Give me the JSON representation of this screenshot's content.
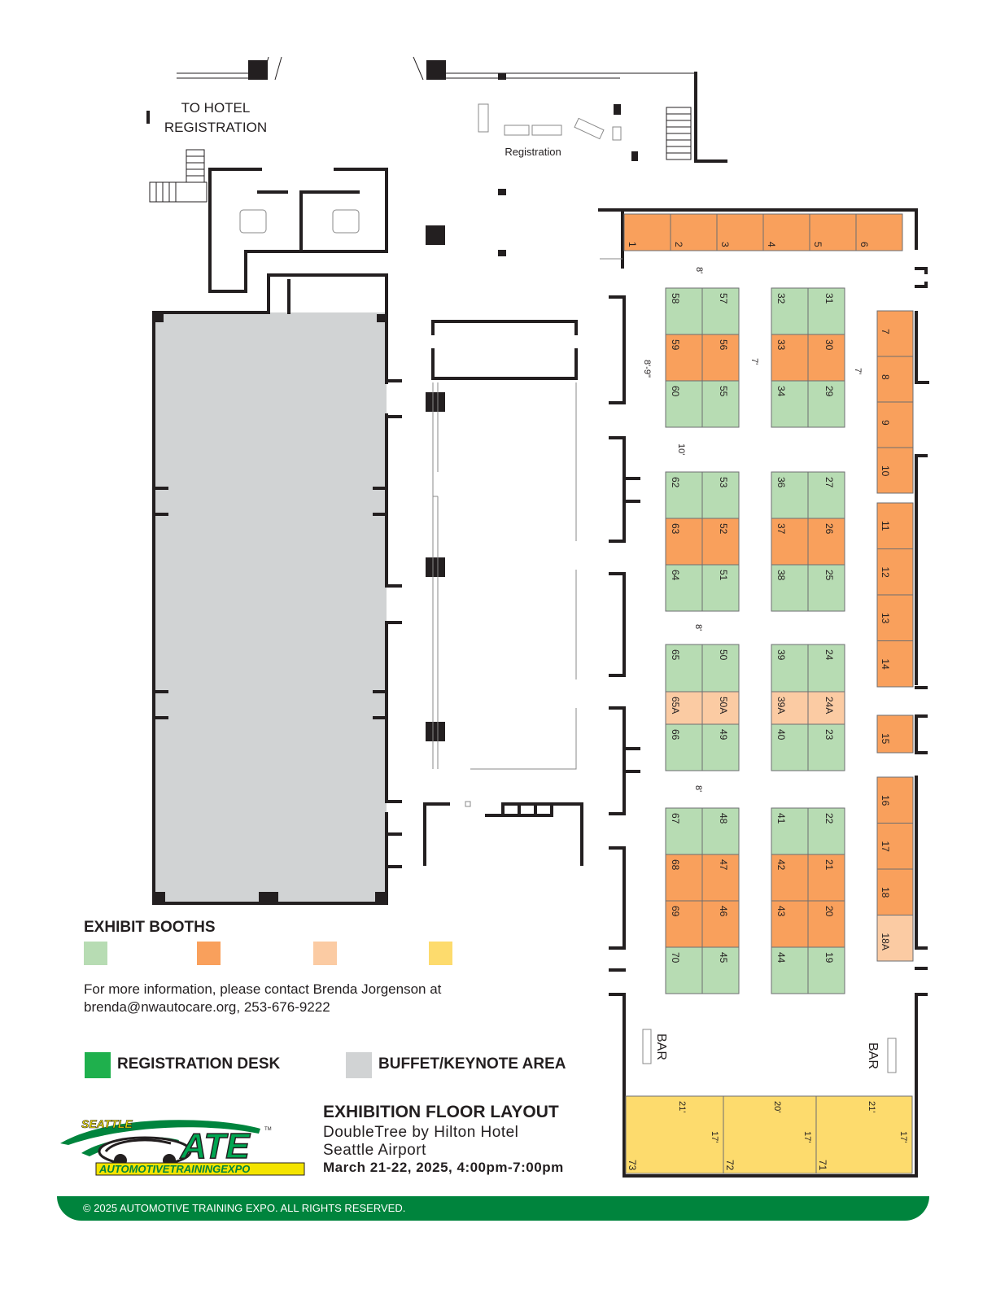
{
  "venue_labels": {
    "to_hotel": "TO HOTEL",
    "registration_word": "REGISTRATION",
    "registration_area": "Registration",
    "bar_left": "BAR",
    "bar_right": "BAR"
  },
  "booth_colors": {
    "green": "#b7dcb3",
    "orange": "#f9a05c",
    "peach": "#fbcba3",
    "yellow": "#fddb6d",
    "registration": "#1fb04d",
    "buffet": "#d1d3d4"
  },
  "booth_rows": [
    {
      "type": "top",
      "numbers": [
        "1",
        "2",
        "3",
        "4",
        "5",
        "6"
      ],
      "color": "orange"
    }
  ],
  "booths": [
    {
      "num": "58",
      "color": "green"
    },
    {
      "num": "57",
      "color": "green"
    },
    {
      "num": "59",
      "color": "orange"
    },
    {
      "num": "56",
      "color": "orange"
    },
    {
      "num": "60",
      "color": "green"
    },
    {
      "num": "55",
      "color": "green"
    },
    {
      "num": "32",
      "color": "green"
    },
    {
      "num": "31",
      "color": "green"
    },
    {
      "num": "33",
      "color": "orange"
    },
    {
      "num": "30",
      "color": "orange"
    },
    {
      "num": "34",
      "color": "green"
    },
    {
      "num": "29",
      "color": "green"
    },
    {
      "num": "62",
      "color": "green"
    },
    {
      "num": "53",
      "color": "green"
    },
    {
      "num": "63",
      "color": "orange"
    },
    {
      "num": "52",
      "color": "orange"
    },
    {
      "num": "64",
      "color": "green"
    },
    {
      "num": "51",
      "color": "green"
    },
    {
      "num": "36",
      "color": "green"
    },
    {
      "num": "27",
      "color": "green"
    },
    {
      "num": "37",
      "color": "orange"
    },
    {
      "num": "26",
      "color": "orange"
    },
    {
      "num": "38",
      "color": "green"
    },
    {
      "num": "25",
      "color": "green"
    },
    {
      "num": "65",
      "color": "green"
    },
    {
      "num": "50",
      "color": "green"
    },
    {
      "num": "65A",
      "color": "peach"
    },
    {
      "num": "50A",
      "color": "peach"
    },
    {
      "num": "66",
      "color": "green"
    },
    {
      "num": "49",
      "color": "green"
    },
    {
      "num": "39",
      "color": "green"
    },
    {
      "num": "24",
      "color": "green"
    },
    {
      "num": "39A",
      "color": "peach"
    },
    {
      "num": "24A",
      "color": "peach"
    },
    {
      "num": "40",
      "color": "green"
    },
    {
      "num": "23",
      "color": "green"
    },
    {
      "num": "67",
      "color": "green"
    },
    {
      "num": "48",
      "color": "green"
    },
    {
      "num": "68",
      "color": "orange"
    },
    {
      "num": "47",
      "color": "orange"
    },
    {
      "num": "69",
      "color": "orange"
    },
    {
      "num": "46",
      "color": "orange"
    },
    {
      "num": "70",
      "color": "green"
    },
    {
      "num": "45",
      "color": "green"
    },
    {
      "num": "41",
      "color": "green"
    },
    {
      "num": "22",
      "color": "green"
    },
    {
      "num": "42",
      "color": "orange"
    },
    {
      "num": "21",
      "color": "orange"
    },
    {
      "num": "43",
      "color": "orange"
    },
    {
      "num": "20",
      "color": "orange"
    },
    {
      "num": "44",
      "color": "green"
    },
    {
      "num": "19",
      "color": "green"
    },
    {
      "num": "7",
      "color": "orange"
    },
    {
      "num": "8",
      "color": "orange"
    },
    {
      "num": "9",
      "color": "orange"
    },
    {
      "num": "10",
      "color": "orange"
    },
    {
      "num": "11",
      "color": "orange"
    },
    {
      "num": "12",
      "color": "orange"
    },
    {
      "num": "13",
      "color": "orange"
    },
    {
      "num": "14",
      "color": "orange"
    },
    {
      "num": "15",
      "color": "orange"
    },
    {
      "num": "16",
      "color": "orange"
    },
    {
      "num": "17",
      "color": "orange"
    },
    {
      "num": "18",
      "color": "orange"
    },
    {
      "num": "18A",
      "color": "peach"
    },
    {
      "num": "73",
      "color": "yellow"
    },
    {
      "num": "72",
      "color": "yellow"
    },
    {
      "num": "71",
      "color": "yellow"
    }
  ],
  "aisle_dims": [
    "8'",
    "8'-9\"",
    "7'",
    "7'",
    "10'",
    "8'",
    "8'"
  ],
  "large_booth_dims": {
    "b73": {
      "w": "21'",
      "h": "17'"
    },
    "b72": {
      "w": "20'",
      "h": "17'"
    },
    "b71": {
      "w": "21'",
      "h": "17'"
    }
  },
  "legend": {
    "title": "EXHIBIT BOOTHS",
    "contact_line1": "For more information, please contact Brenda Jorgenson at",
    "contact_line2": "brenda@nwautocare.org, 253-676-9222",
    "registration_desk": "REGISTRATION DESK",
    "buffet_area": "BUFFET/KEYNOTE AREA"
  },
  "title": {
    "main": "EXHIBITION FLOOR LAYOUT",
    "hotel": "DoubleTree by Hilton Hotel",
    "location": "Seattle Airport",
    "dates": "March 21-22, 2025, 4:00pm-7:00pm"
  },
  "logo": {
    "city": "SEATTLE",
    "acronym": "ATE",
    "full": "AUTOMOTIVETRAININGEXPO",
    "tm": "TM"
  },
  "footer": {
    "copyright": "© 2025 AUTOMOTIVE TRAINING EXPO. ALL RIGHTS RESERVED."
  }
}
